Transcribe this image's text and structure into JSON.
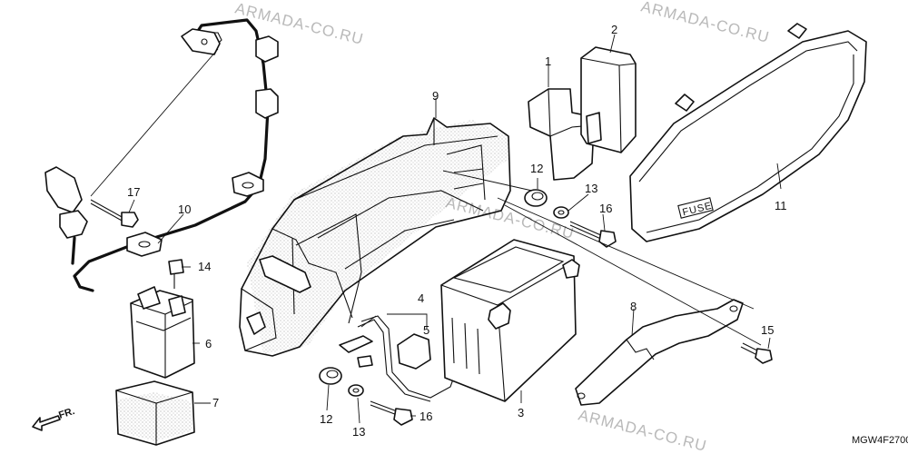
{
  "callouts": [
    {
      "id": "c1",
      "label": "1"
    },
    {
      "id": "c2",
      "label": "2"
    },
    {
      "id": "c3",
      "label": "3"
    },
    {
      "id": "c4",
      "label": "4"
    },
    {
      "id": "c5",
      "label": "5"
    },
    {
      "id": "c6",
      "label": "6"
    },
    {
      "id": "c7",
      "label": "7"
    },
    {
      "id": "c8",
      "label": "8"
    },
    {
      "id": "c9",
      "label": "9"
    },
    {
      "id": "c10",
      "label": "10"
    },
    {
      "id": "c11",
      "label": "11"
    },
    {
      "id": "c12a",
      "label": "12"
    },
    {
      "id": "c12b",
      "label": "12"
    },
    {
      "id": "c13a",
      "label": "13"
    },
    {
      "id": "c13b",
      "label": "13"
    },
    {
      "id": "c14",
      "label": "14"
    },
    {
      "id": "c15",
      "label": "15"
    },
    {
      "id": "c16a",
      "label": "16"
    },
    {
      "id": "c16b",
      "label": "16"
    },
    {
      "id": "c17",
      "label": "17"
    }
  ],
  "fuse_label": "FUSE",
  "direction_label": "FR.",
  "diagram_code": "MGW4F2700",
  "watermarks": [
    "ARMADA-CO.RU",
    "ARMADA-CO.RU",
    "ARMADA-CO.RU",
    "ARMADA-CO.RU"
  ]
}
